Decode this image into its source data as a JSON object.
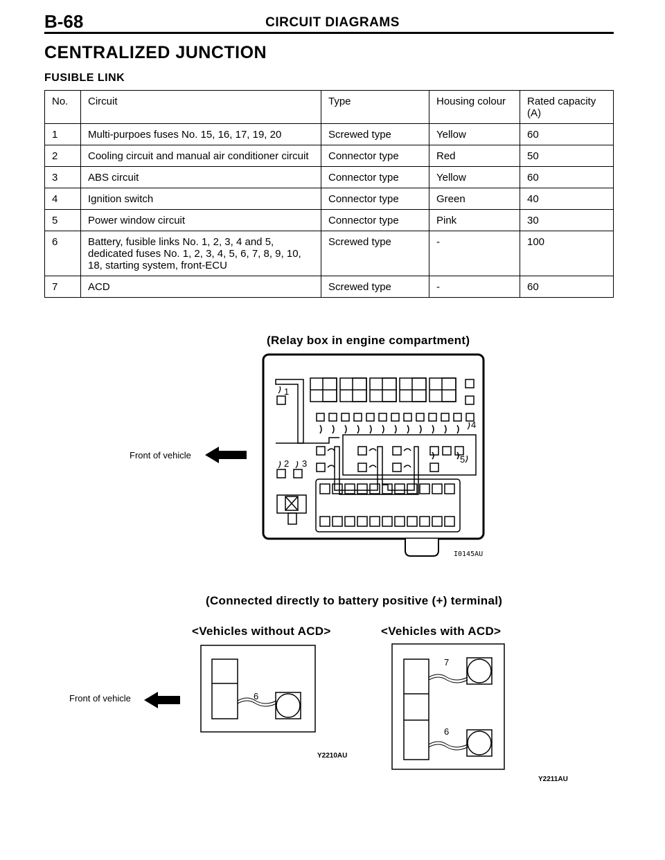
{
  "header": {
    "page_number": "B-68",
    "title": "CIRCUIT DIAGRAMS"
  },
  "section_title": "CENTRALIZED JUNCTION",
  "subsection_title": "FUSIBLE LINK",
  "table": {
    "headers": [
      "No.",
      "Circuit",
      "Type",
      "Housing colour",
      "Rated capacity (A)"
    ],
    "rows": [
      [
        "1",
        "Multi-purpoes fuses No. 15, 16, 17, 19, 20",
        "Screwed type",
        "Yellow",
        "60"
      ],
      [
        "2",
        "Cooling circuit and manual air conditioner circuit",
        "Connector type",
        "Red",
        "50"
      ],
      [
        "3",
        "ABS circuit",
        "Connector type",
        "Yellow",
        "60"
      ],
      [
        "4",
        "Ignition switch",
        "Connector type",
        "Green",
        "40"
      ],
      [
        "5",
        "Power window circuit",
        "Connector type",
        "Pink",
        "30"
      ],
      [
        "6",
        "Battery, fusible links No. 1, 2, 3, 4 and 5, dedicated fuses No. 1, 2, 3, 4, 5, 6, 7, 8, 9, 10, 18, starting system, front-ECU",
        "Screwed type",
        "-",
        "100"
      ],
      [
        "7",
        "ACD",
        "Screwed type",
        "-",
        "60"
      ]
    ]
  },
  "relay_box": {
    "caption": "(Relay box in engine compartment)",
    "front_label": "Front of vehicle",
    "figure_code": "I0145AU",
    "fuse_labels": [
      "1",
      "2",
      "3",
      "4",
      "5"
    ]
  },
  "battery": {
    "caption": "(Connected directly to battery positive (+) terminal)",
    "without_acd": {
      "caption": "<Vehicles without ACD>",
      "front_label": "Front of vehicle",
      "figure_code": "Y2210AU",
      "fuse_label": "6"
    },
    "with_acd": {
      "caption": "<Vehicles with ACD>",
      "figure_code": "Y2211AU",
      "fuse_labels": [
        "7",
        "6"
      ]
    }
  },
  "icons": {
    "arrow": "front-arrow-icon"
  }
}
